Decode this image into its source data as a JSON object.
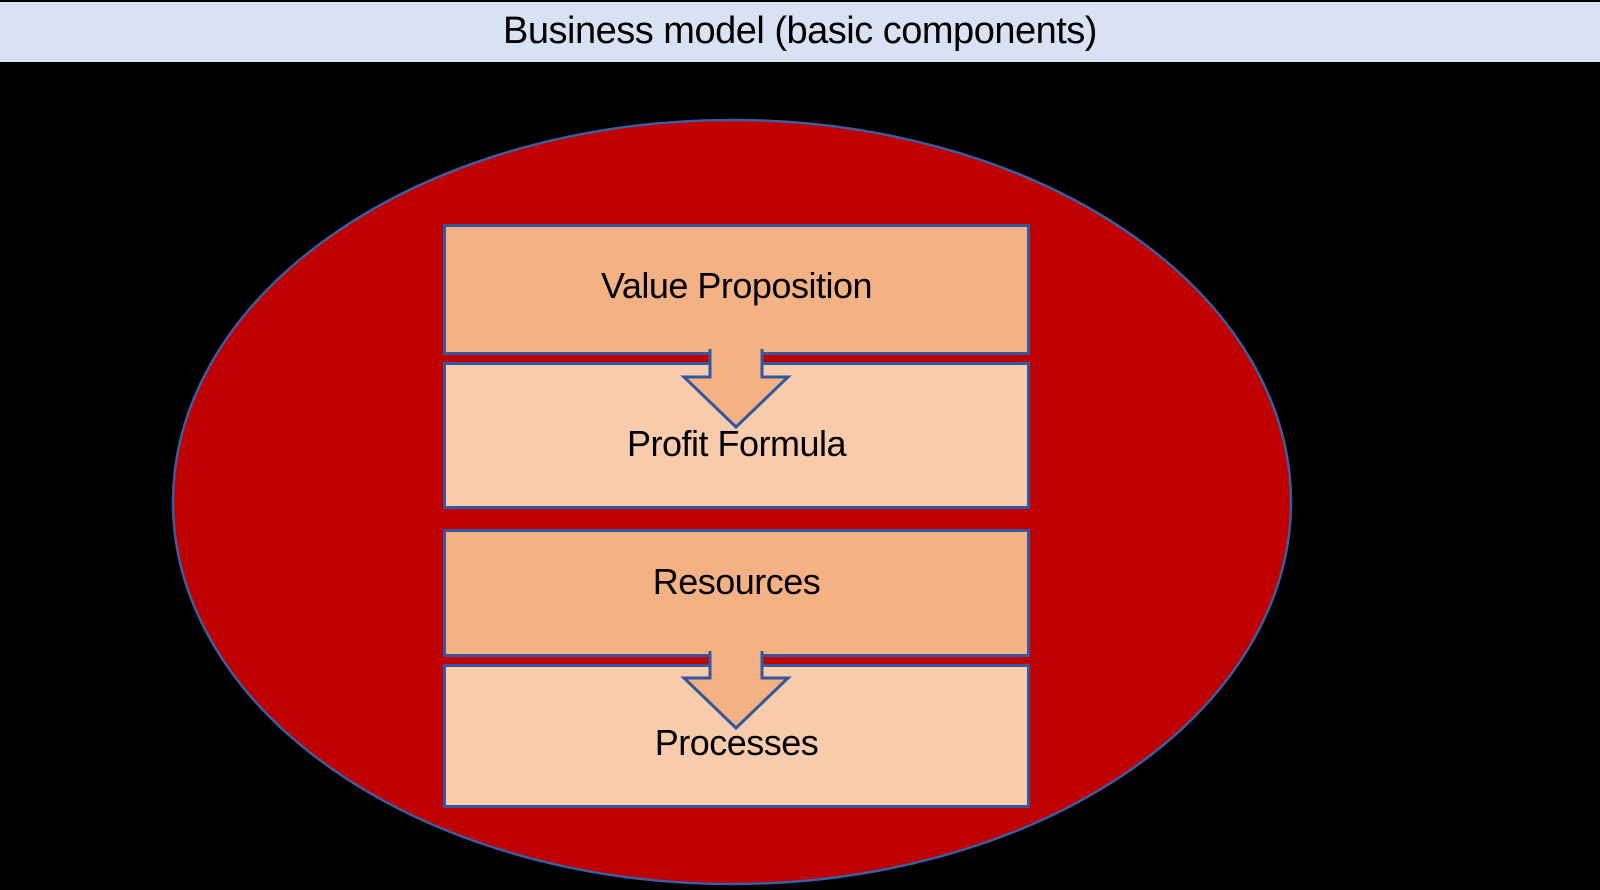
{
  "title_bar": {
    "text": "Business model (basic components)",
    "background": "#D9E2F3",
    "text_color": "#000000"
  },
  "canvas": {
    "background": "#000000"
  },
  "diagram": {
    "ellipse": {
      "fill": "#C00000",
      "stroke": "#3A5EA0"
    },
    "border_color": "#33589E",
    "label_color": "#000000",
    "boxes": [
      {
        "label": "Value Proposition",
        "fill": "#F4B183"
      },
      {
        "label": "Profit Formula",
        "fill": "#F8CBAD"
      },
      {
        "label": "Resources",
        "fill": "#F4B183"
      },
      {
        "label": "Processes",
        "fill": "#F8CBAD"
      }
    ],
    "arrows": [
      {
        "from": "Value Proposition",
        "to": "Profit Formula",
        "fill": "#F4B183",
        "stroke": "#33589E"
      },
      {
        "from": "Resources",
        "to": "Processes",
        "fill": "#F4B183",
        "stroke": "#33589E"
      }
    ]
  }
}
